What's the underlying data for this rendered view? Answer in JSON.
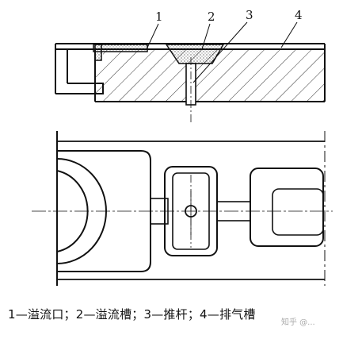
{
  "labels": [
    "1",
    "2",
    "3",
    "4"
  ],
  "caption": "1—溢流口；2—溢流槽；3—推杆；4—排气槽",
  "watermark": "知乎 @..."
}
